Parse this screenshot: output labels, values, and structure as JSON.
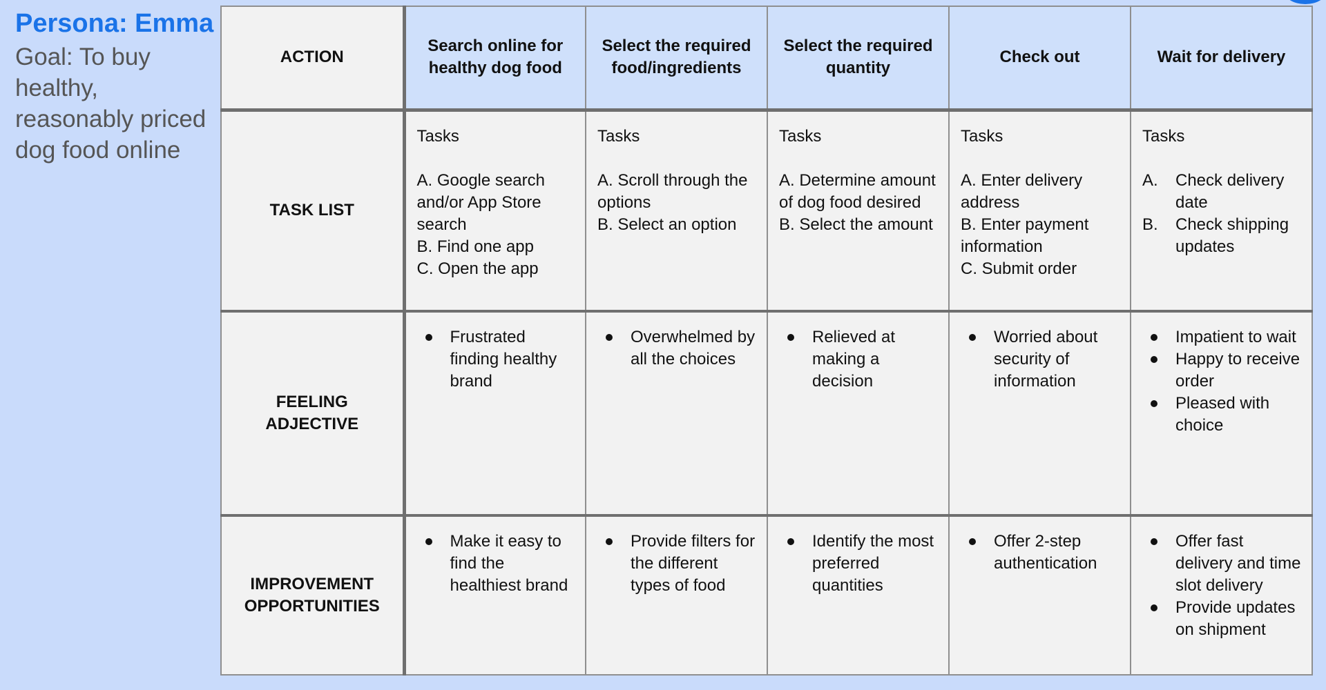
{
  "persona": {
    "name": "Persona: Emma",
    "goal": "Goal: To buy healthy, reasonably priced dog food online"
  },
  "row_headers": {
    "action": "ACTION",
    "task_list": "TASK LIST",
    "feeling_line1": "FEELING",
    "feeling_line2": "ADJECTIVE",
    "improvement_line1": "IMPROVEMENT",
    "improvement_line2": "OPPORTUNITIES"
  },
  "stages": [
    {
      "action": "Search online for healthy dog food",
      "tasks_title": "Tasks",
      "tasks": [
        "A. Google search and/or App Store search",
        "B. Find one app",
        "C. Open the app"
      ],
      "feelings": [
        "Frustrated finding healthy brand"
      ],
      "opportunities": [
        "Make it easy to find the healthiest brand"
      ]
    },
    {
      "action": "Select the required food/ingredients",
      "tasks_title": "Tasks",
      "tasks": [
        "A. Scroll through the options",
        "B. Select an option"
      ],
      "feelings": [
        "Overwhelmed by all the choices"
      ],
      "opportunities": [
        "Provide filters for the different types of food"
      ]
    },
    {
      "action": "Select the required quantity",
      "tasks_title": "Tasks",
      "tasks": [
        "A. Determine amount of dog food desired",
        "B. Select the amount"
      ],
      "feelings": [
        "Relieved at making a decision"
      ],
      "opportunities": [
        "Identify the most preferred quantities"
      ]
    },
    {
      "action": "Check out",
      "tasks_title": "Tasks",
      "tasks": [
        "A. Enter delivery address",
        "B. Enter payment information",
        "C. Submit order"
      ],
      "feelings": [
        "Worried about security of information"
      ],
      "opportunities": [
        "Offer 2-step authentication"
      ]
    },
    {
      "action": "Wait for delivery",
      "tasks_title": "Tasks",
      "task_markers": [
        "A.",
        "B."
      ],
      "tasks": [
        "Check delivery date",
        "Check shipping updates"
      ],
      "feelings": [
        "Impatient to wait",
        "Happy to receive order",
        "Pleased with choice"
      ],
      "opportunities": [
        "Offer fast delivery and time slot delivery",
        "Provide updates on shipment"
      ]
    }
  ]
}
